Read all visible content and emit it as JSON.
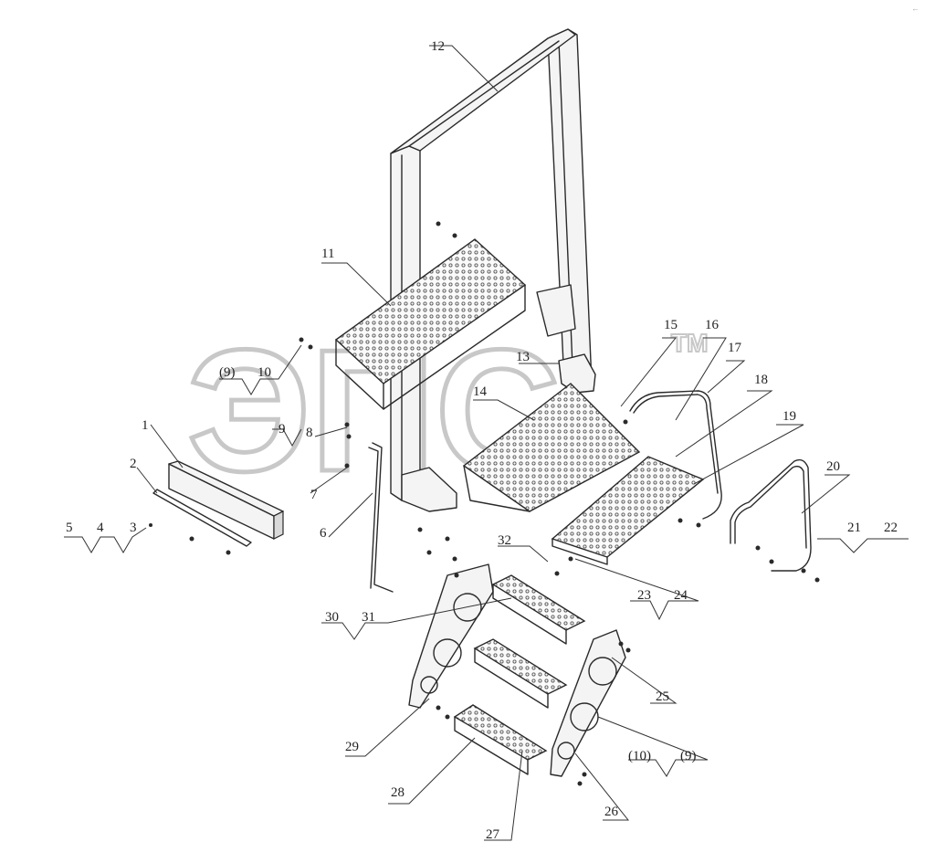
{
  "watermark": {
    "text": "ЭПС",
    "trademark": "TM"
  },
  "corner_mark": "←",
  "callouts": [
    {
      "id": "c1",
      "text": "1"
    },
    {
      "id": "c2",
      "text": "2"
    },
    {
      "id": "c3",
      "text": "3"
    },
    {
      "id": "c4",
      "text": "4"
    },
    {
      "id": "c5",
      "text": "5"
    },
    {
      "id": "c6",
      "text": "6"
    },
    {
      "id": "c7",
      "text": "7"
    },
    {
      "id": "c8",
      "text": "8"
    },
    {
      "id": "c9",
      "text": "9"
    },
    {
      "id": "c9p",
      "text": "(9)"
    },
    {
      "id": "c10",
      "text": "10"
    },
    {
      "id": "c11",
      "text": "11"
    },
    {
      "id": "c12",
      "text": "12"
    },
    {
      "id": "c13",
      "text": "13"
    },
    {
      "id": "c14",
      "text": "14"
    },
    {
      "id": "c15",
      "text": "15"
    },
    {
      "id": "c16",
      "text": "16"
    },
    {
      "id": "c17",
      "text": "17"
    },
    {
      "id": "c18",
      "text": "18"
    },
    {
      "id": "c19",
      "text": "19"
    },
    {
      "id": "c20",
      "text": "20"
    },
    {
      "id": "c21",
      "text": "21"
    },
    {
      "id": "c22",
      "text": "22"
    },
    {
      "id": "c23",
      "text": "23"
    },
    {
      "id": "c24",
      "text": "24"
    },
    {
      "id": "c25",
      "text": "25"
    },
    {
      "id": "c26",
      "text": "26"
    },
    {
      "id": "c27",
      "text": "27"
    },
    {
      "id": "c28",
      "text": "28"
    },
    {
      "id": "c29",
      "text": "29"
    },
    {
      "id": "c30",
      "text": "30"
    },
    {
      "id": "c31",
      "text": "31"
    },
    {
      "id": "c32",
      "text": "32"
    },
    {
      "id": "c10p",
      "text": "(10)"
    },
    {
      "id": "c9p2",
      "text": "(9)"
    }
  ]
}
